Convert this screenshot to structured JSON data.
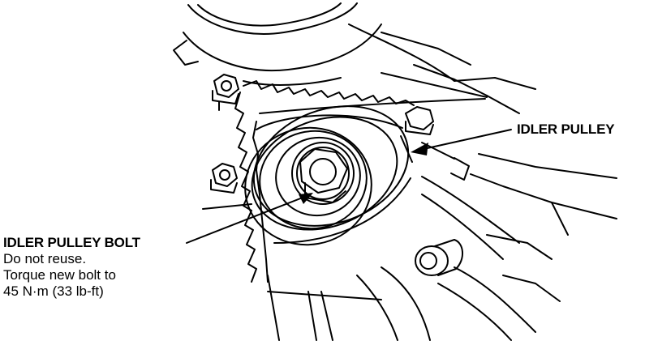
{
  "diagram": {
    "labels": {
      "idler_pulley": "IDLER PULLEY",
      "idler_pulley_bolt": {
        "title": "IDLER PULLEY BOLT",
        "line1": "Do not reuse.",
        "line2": "Torque new bolt to",
        "line3": "45 N·m (33 lb-ft)"
      }
    },
    "colors": {
      "ink": "#000000",
      "paper": "#ffffff"
    }
  }
}
